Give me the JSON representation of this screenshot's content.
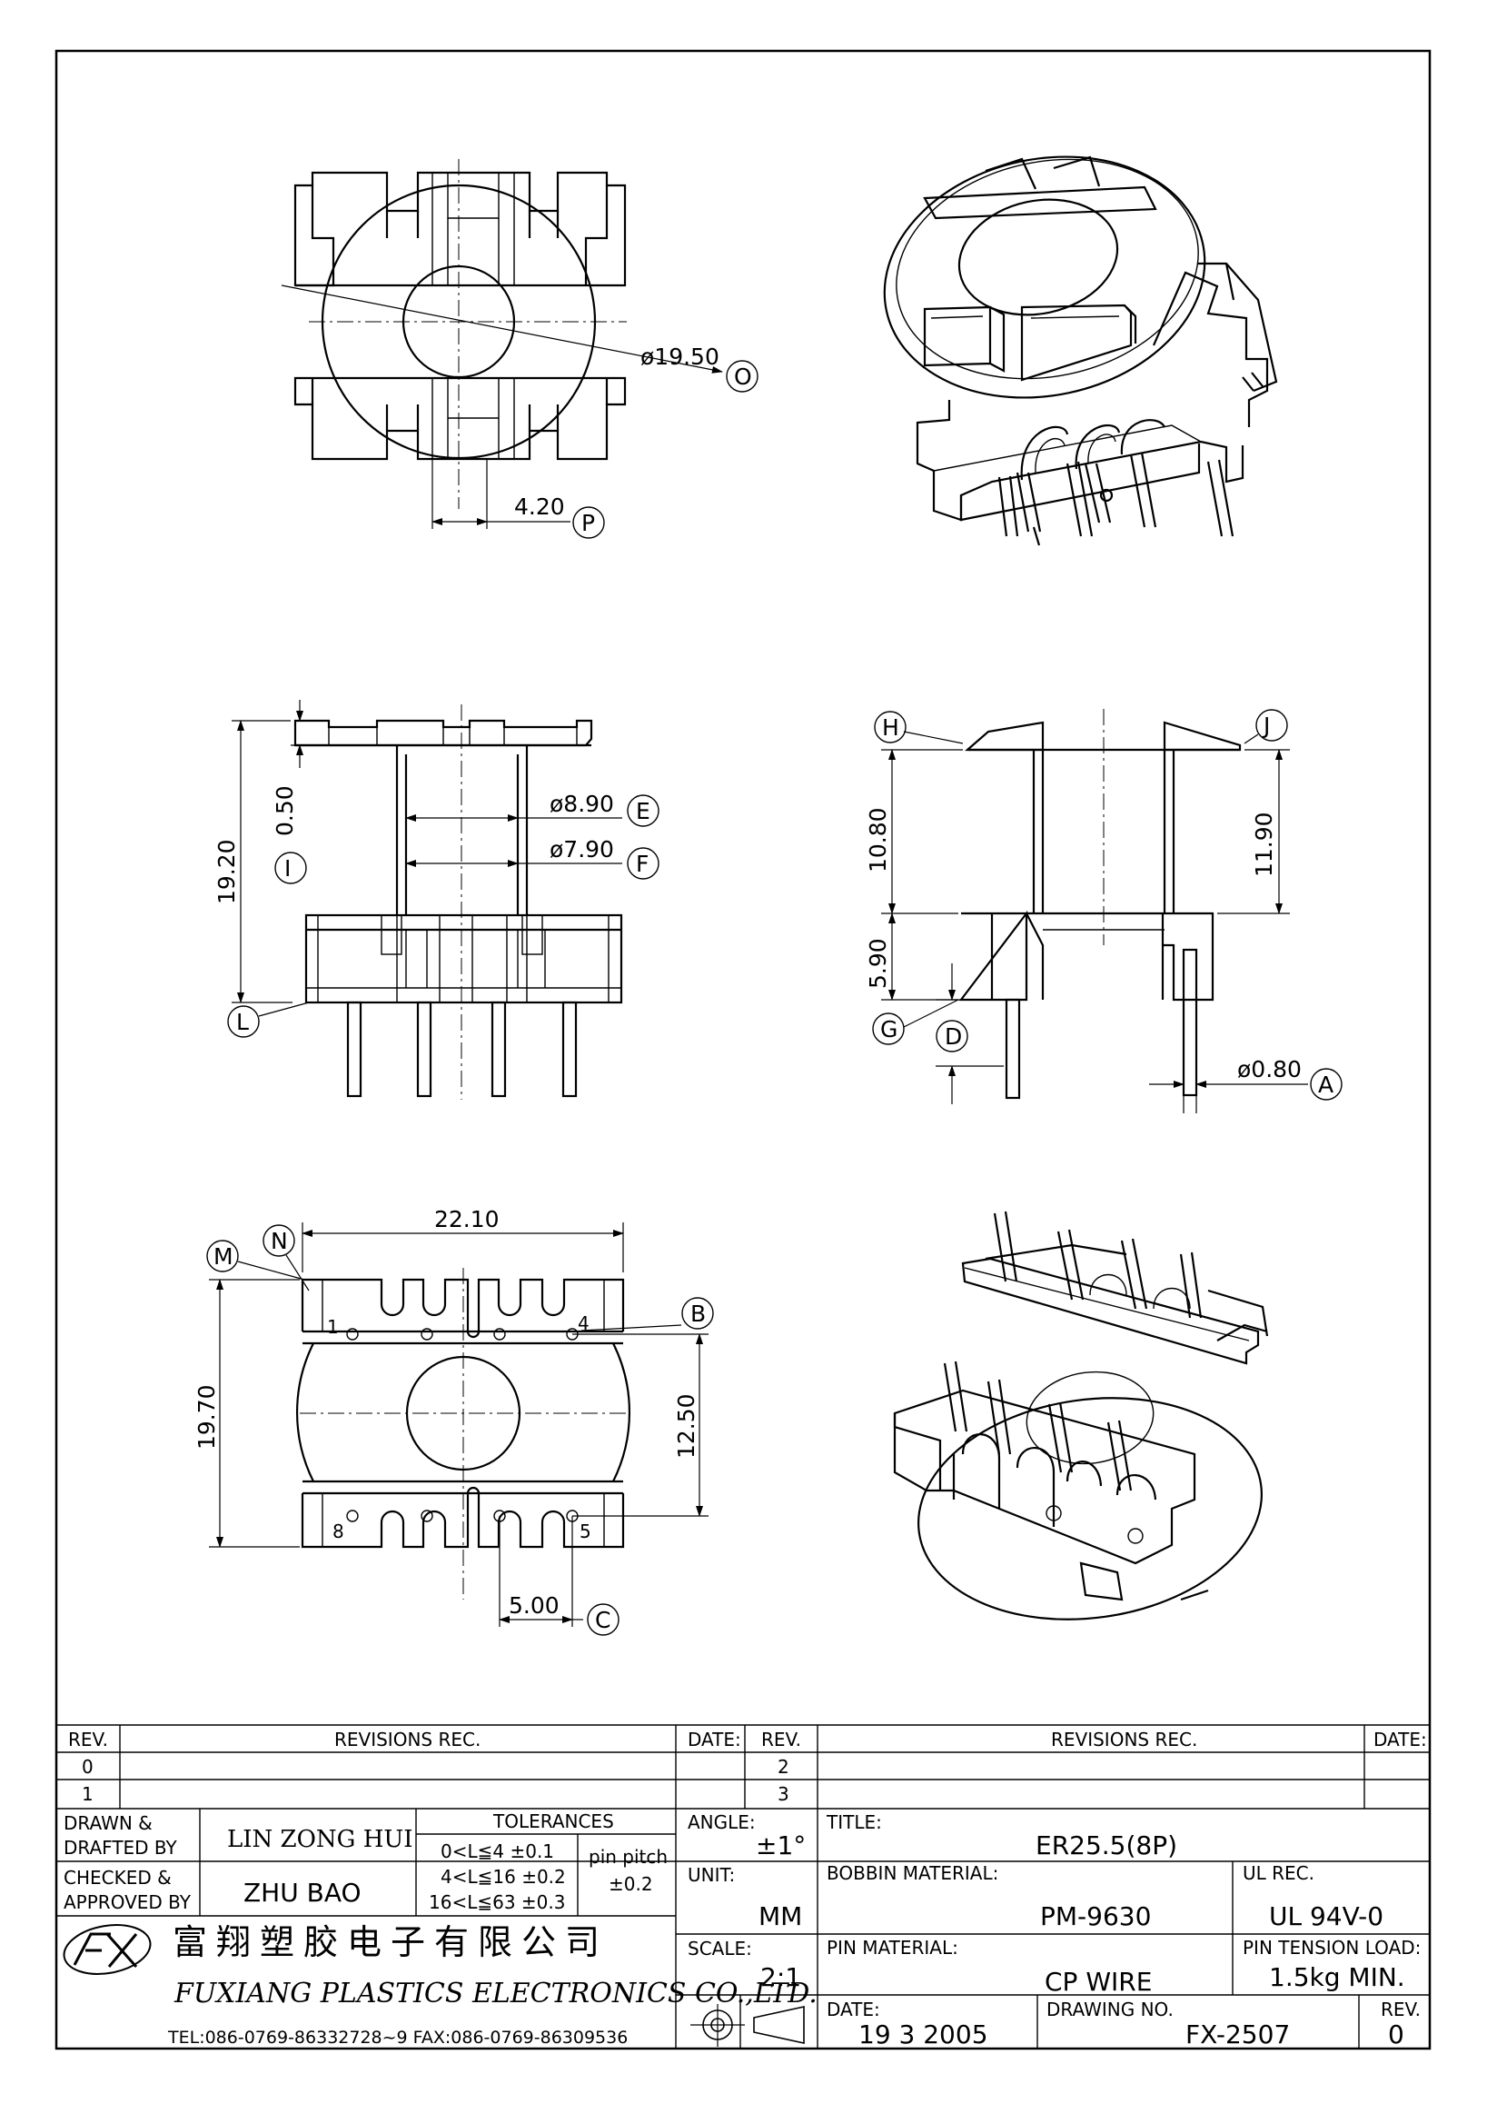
{
  "dimensions": {
    "d19_50": "ø19.50",
    "label_O": "O",
    "d4_20": "4.20",
    "label_P": "P",
    "d0_50": "0.50",
    "label_I": "I",
    "d19_20": "19.20",
    "label_L": "L",
    "d8_90": "ø8.90",
    "label_E": "E",
    "d7_90": "ø7.90",
    "label_F": "F",
    "label_H": "H",
    "label_J": "J",
    "d10_80": "10.80",
    "d11_90": "11.90",
    "d5_90": "5.90",
    "label_G": "G",
    "label_D": "D",
    "d0_80": "ø0.80",
    "label_A": "A",
    "label_M": "M",
    "label_N": "N",
    "d22_10": "22.10",
    "label_B": "B",
    "d19_70": "19.70",
    "d12_50": "12.50",
    "d5_00": "5.00",
    "label_C": "C",
    "pin1": "1",
    "pin4": "4",
    "pin8": "8",
    "pin5": "5"
  },
  "title_block": {
    "rev_header": "REV.",
    "revisions_header": "REVISIONS   REC.",
    "date_header": "DATE:",
    "rev_rows_left": [
      "0",
      "1"
    ],
    "rev_rows_right": [
      "2",
      "3"
    ],
    "drawn_label_1": "DRAWN  &",
    "drawn_label_2": "DRAFTED  BY",
    "drawn_by": "LIN ZONG HUI",
    "checked_label_1": "CHECKED  &",
    "checked_label_2": "APPROVED  BY",
    "checked_by": "ZHU BAO",
    "tolerances_header": "TOLERANCES",
    "tol_1": "0<L≦4    ±0.1",
    "tol_2": "4<L≦16  ±0.2",
    "tol_3": "16<L≦63  ±0.3",
    "pin_pitch_label": "pin  pitch",
    "pin_pitch_value": "±0.2",
    "angle_label": "ANGLE:",
    "angle_value": "±1°",
    "unit_label": "UNIT:",
    "unit_value": "MM",
    "scale_label": "SCALE:",
    "scale_value": "2:1",
    "title_label": "TITLE:",
    "title_value": "ER25.5(8P)",
    "bobbin_label": "BOBBIN  MATERIAL:",
    "bobbin_value": "PM-9630",
    "ul_label": "UL  REC.",
    "ul_value": "UL  94V-0",
    "pin_material_label": "PIN  MATERIAL:",
    "pin_material_value": "CP  WIRE",
    "tension_label": "PIN  TENSION  LOAD:",
    "tension_value": "1.5kg  MIN.",
    "date_label": "DATE:",
    "date_value": "19  3  2005",
    "drawing_no_label": "DRAWING  NO.",
    "drawing_no_value": "FX-2507",
    "rev_label": "REV.",
    "rev_value": "0",
    "company_cn": "富翔塑胶电子有限公司",
    "company_en": "FUXIANG  PLASTICS  ELECTRONICS  CO.,LTD.",
    "contact": "TEL:086-0769-86332728~9   FAX:086-0769-86309536"
  }
}
